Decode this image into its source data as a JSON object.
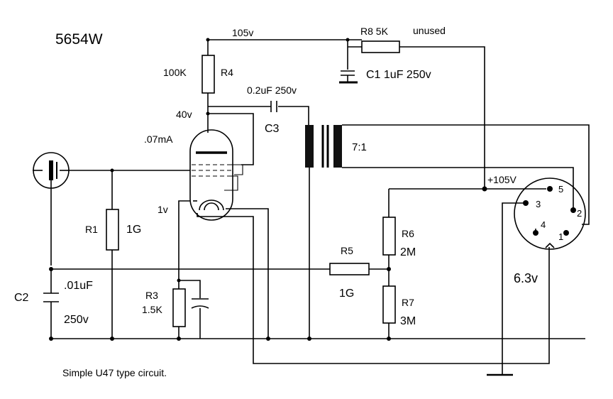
{
  "title": "5654W",
  "caption": "Simple U47 type circuit.",
  "labels": {
    "v105": "105v",
    "r8": "R8  5K",
    "unused": "unused",
    "r4": "R4",
    "r4_value": "100K",
    "c1": "C1 1uF 250v",
    "cap_02": "0.2uF 250v",
    "v40": "40v",
    "c3": "C3",
    "ma07": ".07mA",
    "ratio": "7:1",
    "plus105": "+105V",
    "v1": "1v",
    "r1": "R1",
    "r1_value": "1G",
    "r6": "R6",
    "r6_value": "2M",
    "r5": "R5",
    "r5_value": "1G",
    "c2": "C2",
    "c2_value": ".01uF",
    "c2_voltage": "250v",
    "r3": "R3",
    "r3_value": "1.5K",
    "r7": "R7",
    "r7_value": "3M",
    "v63": "6.3v",
    "pin1": "1",
    "pin2": "2",
    "pin3": "3",
    "pin4": "4",
    "pin5": "5"
  }
}
